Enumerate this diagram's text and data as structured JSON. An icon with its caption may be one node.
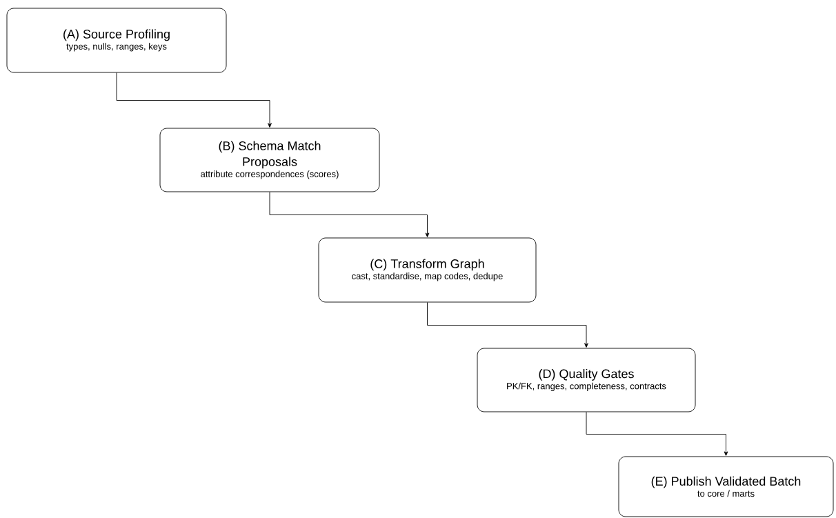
{
  "diagram": {
    "nodes": [
      {
        "text": [
          "(A) Source Profiling",
          "types, nulls, ranges, keys"
        ]
      },
      {
        "text": [
          "(B) Schema Match Proposals",
          "attribute correspondences (scores)"
        ]
      },
      {
        "text": [
          "(C) Transform Graph",
          "cast, standardise, map codes, dedupe"
        ]
      },
      {
        "text": [
          "(D) Quality Gates",
          "PK/FK, ranges, completeness, contracts"
        ]
      },
      {
        "text": [
          "(E) Publish Validated Batch",
          "to core / marts"
        ]
      }
    ],
    "edges": [
      {
        "from": 0,
        "to": 1,
        "arrow": "to"
      },
      {
        "from": 1,
        "to": 2,
        "arrow": "to"
      },
      {
        "from": 2,
        "to": 3,
        "arrow": "to"
      },
      {
        "from": 3,
        "to": 4,
        "arrow": "to"
      }
    ]
  }
}
